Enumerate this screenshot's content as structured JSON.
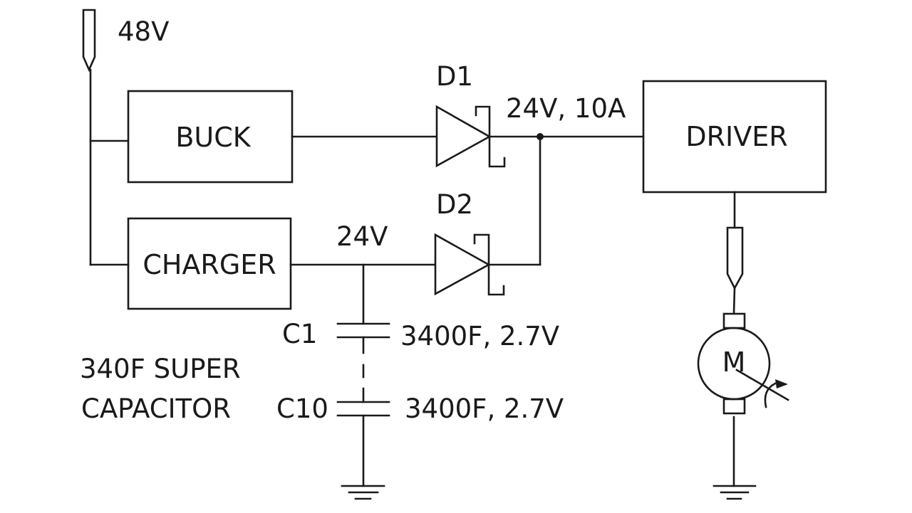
{
  "diagram": {
    "type": "circuit-schematic",
    "colors": {
      "stroke": "#1a1a1a",
      "background": "#ffffff"
    },
    "input": {
      "label": "48V",
      "symbol": "connector-probe-icon"
    },
    "blocks": {
      "buck": "BUCK",
      "charger": "CHARGER",
      "driver": "DRIVER"
    },
    "diodes": {
      "d1": {
        "label": "D1",
        "type": "schottky"
      },
      "d2": {
        "label": "D2",
        "type": "schottky"
      }
    },
    "nets": {
      "output": "24V, 10A",
      "charger_out": "24V"
    },
    "capacitors": {
      "c1": {
        "label": "C1",
        "value": "3400F, 2.7V"
      },
      "c10": {
        "label": "C10",
        "value": "3400F, 2.7V"
      },
      "bank_label_line1": "340F SUPER",
      "bank_label_line2": "CAPACITOR"
    },
    "motor": {
      "label": "M",
      "symbol": "variable-speed-motor"
    }
  }
}
